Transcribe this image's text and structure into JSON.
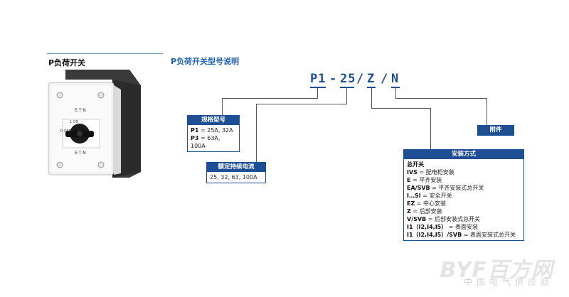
{
  "left": {
    "title": "P负荷开关"
  },
  "diagram": {
    "title": "P负荷开关型号说明",
    "code": {
      "p1": "P1",
      "dash": "-",
      "n25": "25",
      "slash1": "/",
      "z": "Z",
      "slash2": "/",
      "n": "N"
    },
    "spec": {
      "title": "规格型号",
      "rows": [
        {
          "k": "P1",
          "v": " = 25A, 32A"
        },
        {
          "k": "P3",
          "v": " = 63A, 100A"
        }
      ]
    },
    "current": {
      "title": "额定持续电流",
      "value": "25, 32, 63, 100A"
    },
    "accessory": {
      "title": "附件"
    },
    "mount": {
      "title": "安装方式",
      "rows": [
        {
          "k": "总开关",
          "v": ""
        },
        {
          "k": "IVS",
          "v": " = 配电柜安装"
        },
        {
          "k": "E",
          "v": " = 平齐安装"
        },
        {
          "k": "EA/SVB",
          "v": " = 平齐安装式总开关"
        },
        {
          "k": "I…SI",
          "v": " = 安全开关"
        },
        {
          "k": "EZ",
          "v": " = 中心安装"
        },
        {
          "k": "Z",
          "v": " = 后部安装"
        },
        {
          "k": "V/SVB",
          "v": " = 后部安装式总开关"
        },
        {
          "k": "I1（I2,I4,I5）",
          "v": " = 表面安装"
        },
        {
          "k": "I1（I2,I4,I5）/SVB",
          "v": " = 表面安装式总开关"
        }
      ]
    }
  },
  "switch_labels": {
    "brand1": "E:T·N",
    "brand2": "E:T·N",
    "on": "1 ON",
    "off": "O OFF"
  },
  "watermark": {
    "logo": "BYF百方网",
    "sub": "中国电气供应商"
  },
  "colors": {
    "accent": "#1e4f95",
    "title_blue": "#1f64b0"
  }
}
